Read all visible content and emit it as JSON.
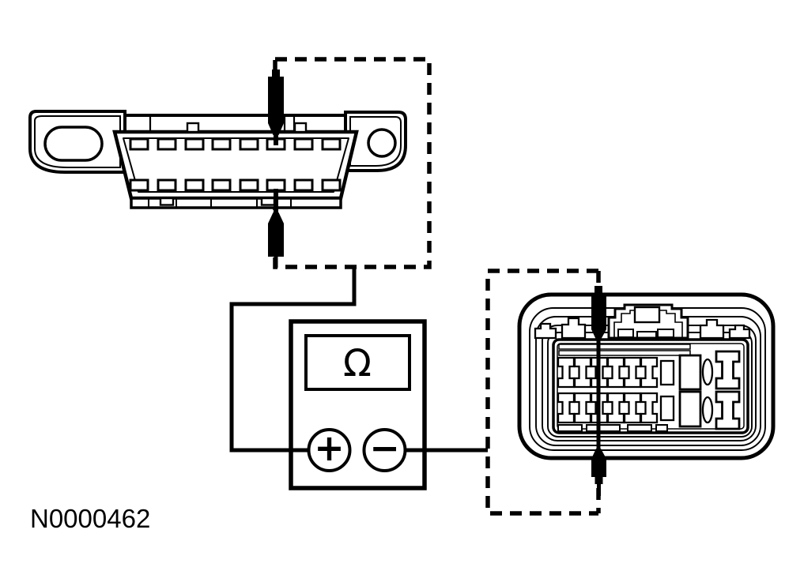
{
  "figure": {
    "caption": "N0000462",
    "meter": {
      "mode_symbol": "Ω",
      "positive_label": "+",
      "negative_label": "−"
    }
  },
  "colors": {
    "ink": "#000000",
    "paper": "#ffffff"
  },
  "icons": {
    "dlc_connector": "16-pin data link connector face",
    "module_connector": "module connector face",
    "test_probe": "ohmmeter test probe",
    "measurement_box": "dashed measurement outline",
    "ohmmeter": "ohmmeter with positive and negative terminals"
  }
}
